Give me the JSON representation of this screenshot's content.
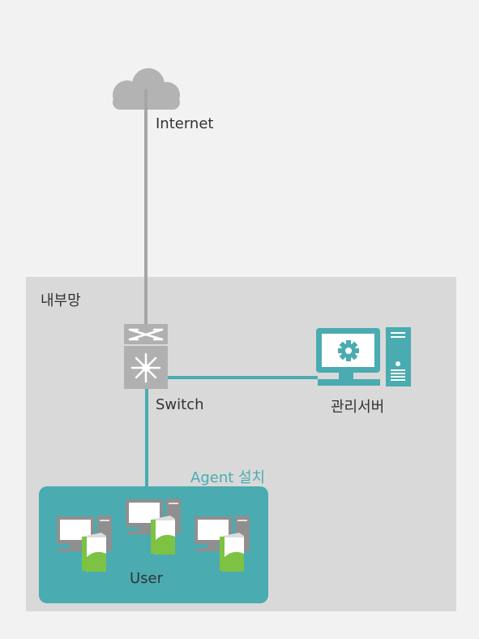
{
  "labels": {
    "internet": "Internet",
    "internal_network": "내부망",
    "switch": "Switch",
    "management_server": "관리서버",
    "agent_install": "Agent 설치",
    "user": "User"
  },
  "colors": {
    "background": "#f2f2f2",
    "internal_network_fill": "#d9d9d9",
    "cloud": "#b3b3b3",
    "internet_line": "#a6a6a6",
    "teal": "#4aabb1",
    "switch_body": "#b0b0b0",
    "pc_gray": "#8f8f8f",
    "box_green": "#7dc242",
    "agent_text": "#4aabb1",
    "text": "#333333"
  },
  "icons": {
    "cloud": "cloud-icon",
    "switch": "network-switch-icon",
    "server": "server-computer-icon",
    "user_pc": "desktop-pc-icon",
    "software_box": "software-box-icon"
  }
}
